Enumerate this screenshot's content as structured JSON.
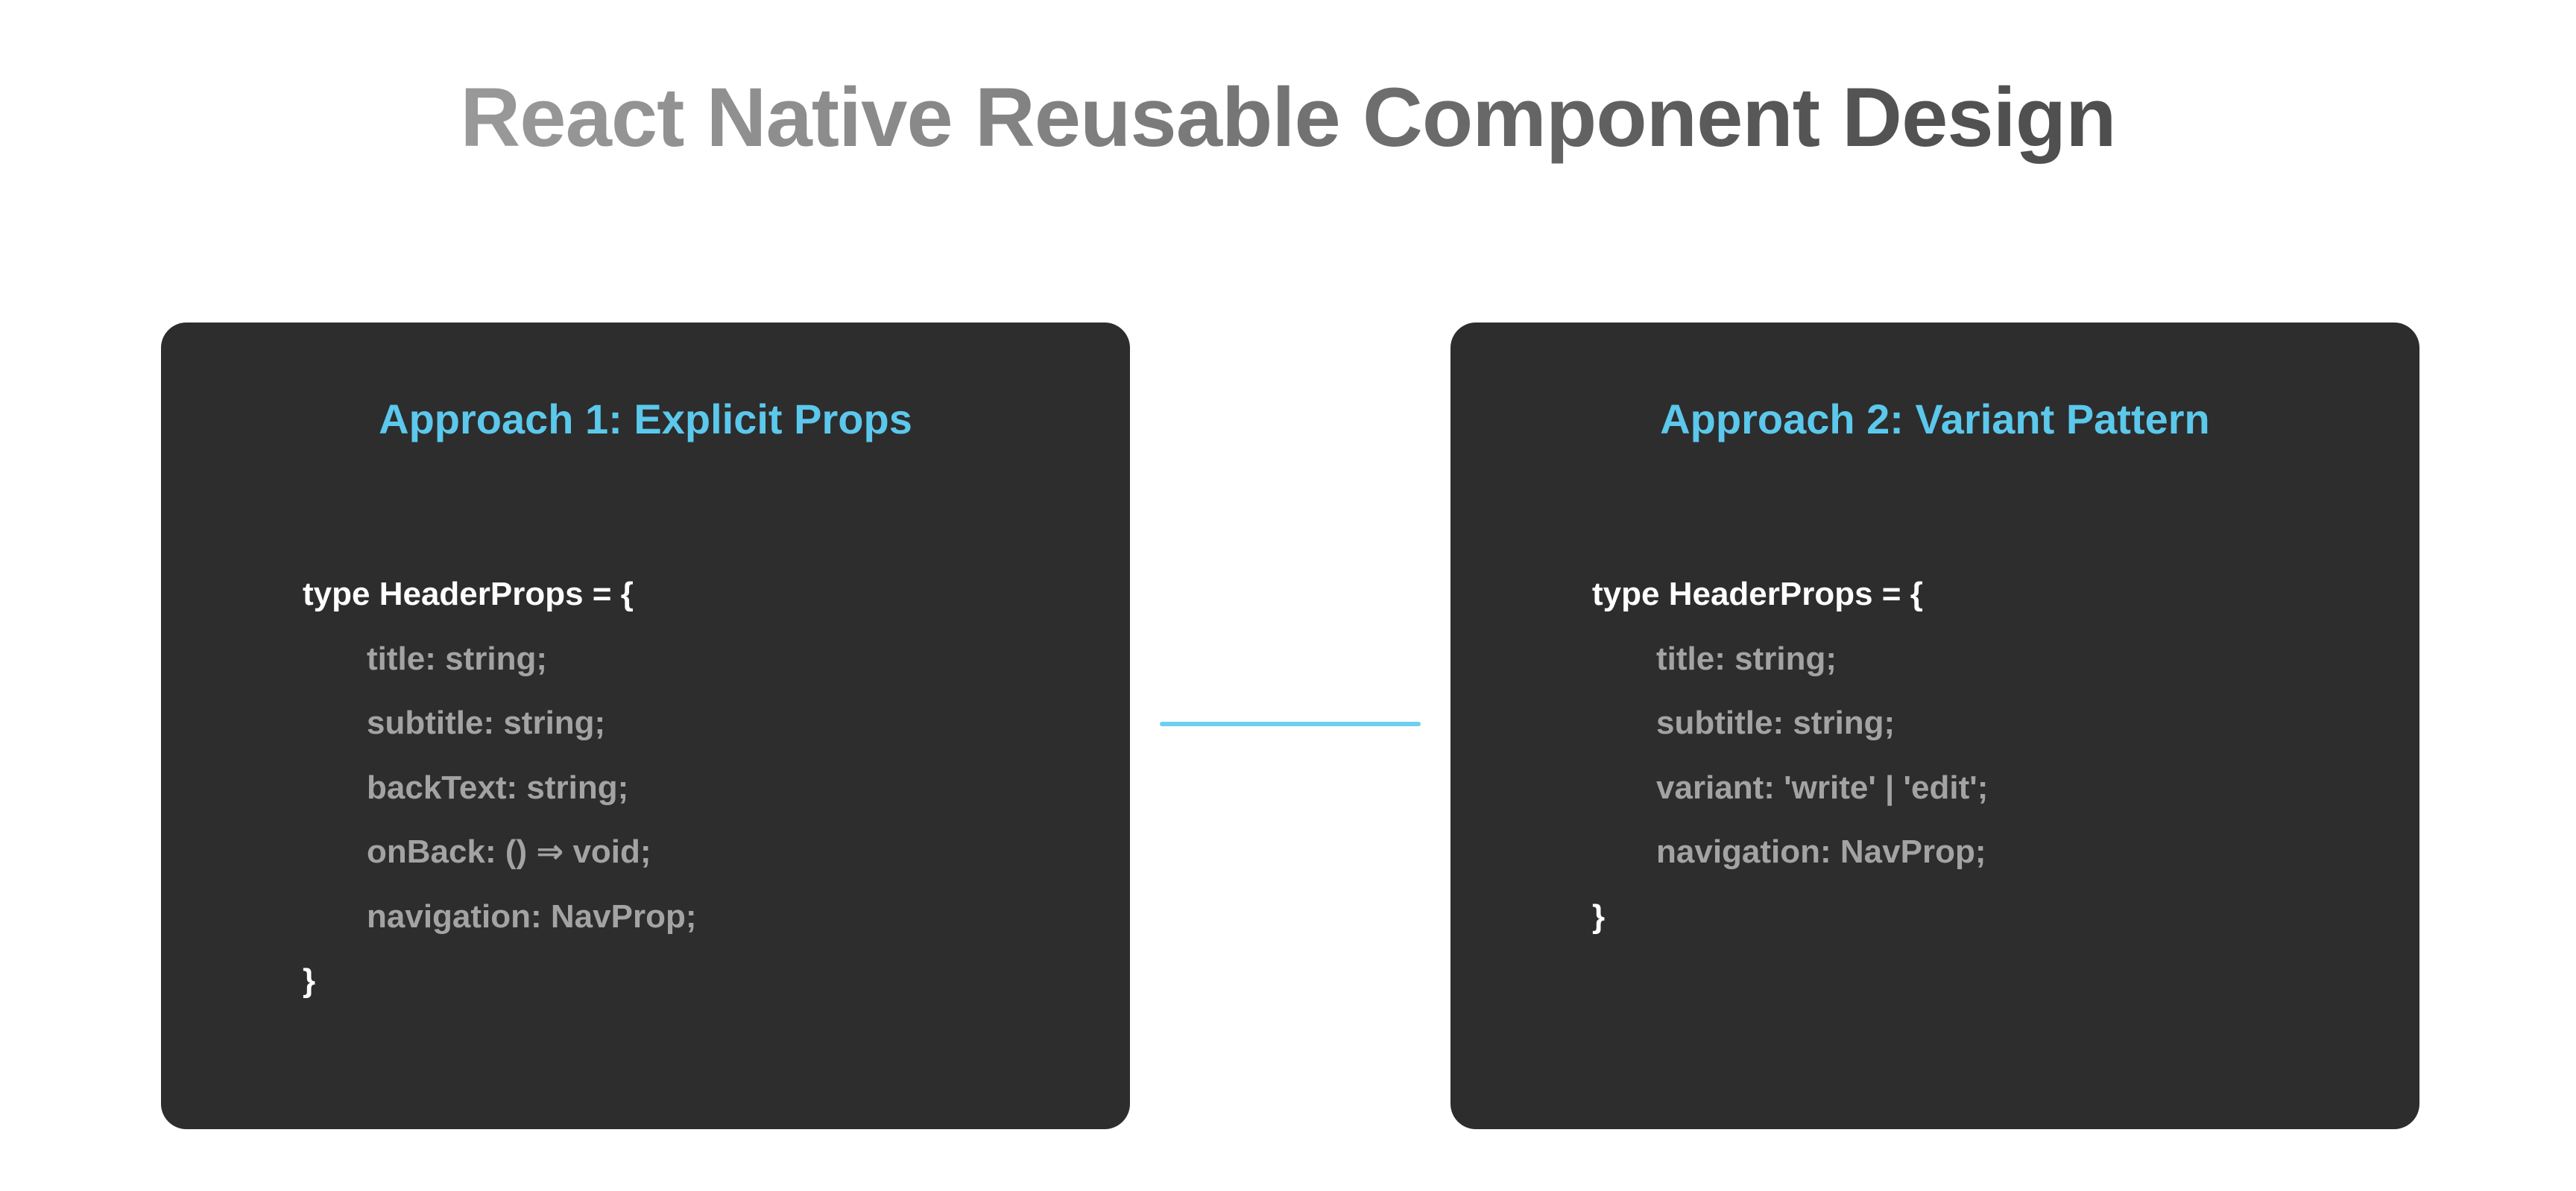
{
  "title": "React Native Reusable Component Design",
  "accent_color": "#5bc8ec",
  "card_color": "#2d2d2d",
  "approach1": {
    "title": "Approach 1: Explicit Props",
    "open_line": "type HeaderProps = {",
    "fields": [
      "title: string;",
      "subtitle: string;",
      "backText: string;",
      "onBack: () ⇒ void;",
      "navigation: NavProp;"
    ],
    "close_line": "}"
  },
  "approach2": {
    "title": "Approach 2: Variant Pattern",
    "open_line": "type HeaderProps = {",
    "fields": [
      "title: string;",
      "subtitle: string;",
      "variant: 'write' | 'edit';",
      "navigation: NavProp;"
    ],
    "close_line": "}"
  }
}
